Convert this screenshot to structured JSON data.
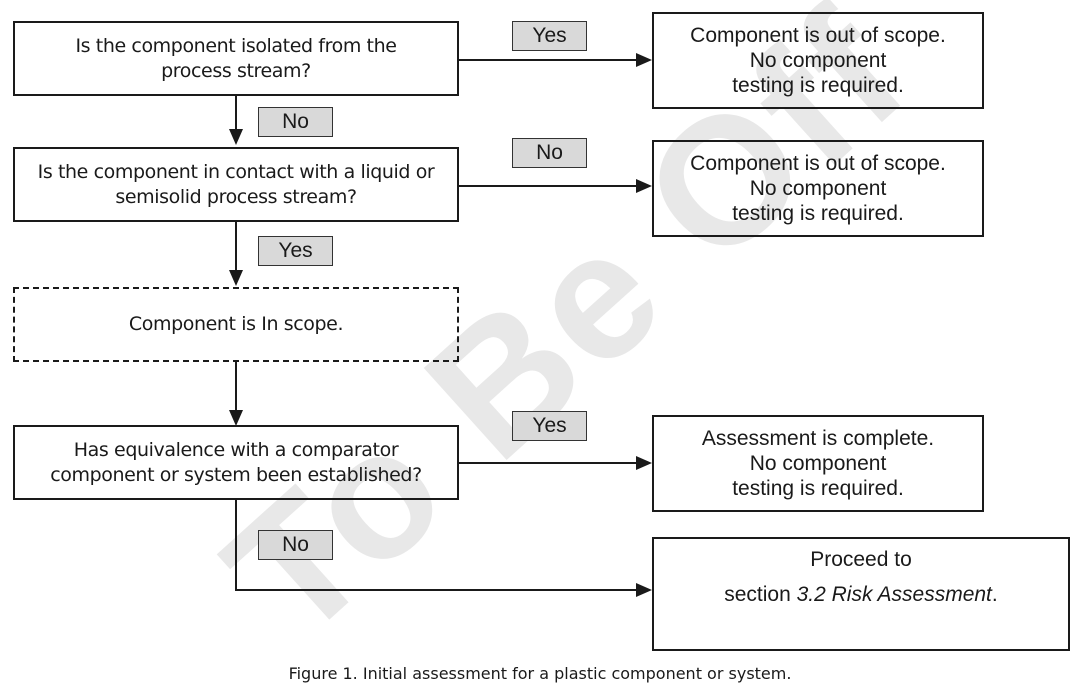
{
  "watermark": "To Be Off",
  "nodes": {
    "q1": {
      "line1": "Is the component isolated from the",
      "line2": "process stream?"
    },
    "q2": {
      "line1": "Is the component in contact with a liquid or",
      "line2": "semisolid process stream?"
    },
    "inscope": {
      "text": "Component is In scope."
    },
    "q3": {
      "line1": "Has equivalence with a comparator",
      "line2": "component or system been established?"
    },
    "out1": {
      "line1": "Component is out of scope.",
      "line2": "No component",
      "line3": "testing is required."
    },
    "out2": {
      "line1": "Component is out of scope.",
      "line2": "No component",
      "line3": "testing is required."
    },
    "complete": {
      "line1": "Assessment is complete.",
      "line2": "No component",
      "line3": "testing is required."
    },
    "proceed": {
      "line1": "Proceed to",
      "line2_prefix": "section ",
      "line2_italic": "3.2 Risk Assessment",
      "line2_suffix": "."
    }
  },
  "edge_labels": {
    "q1_yes": "Yes",
    "q1_no": "No",
    "q2_no": "No",
    "q2_yes": "Yes",
    "q3_yes": "Yes",
    "q3_no": "No"
  },
  "caption": "Figure 1. Initial assessment for a plastic component or system."
}
